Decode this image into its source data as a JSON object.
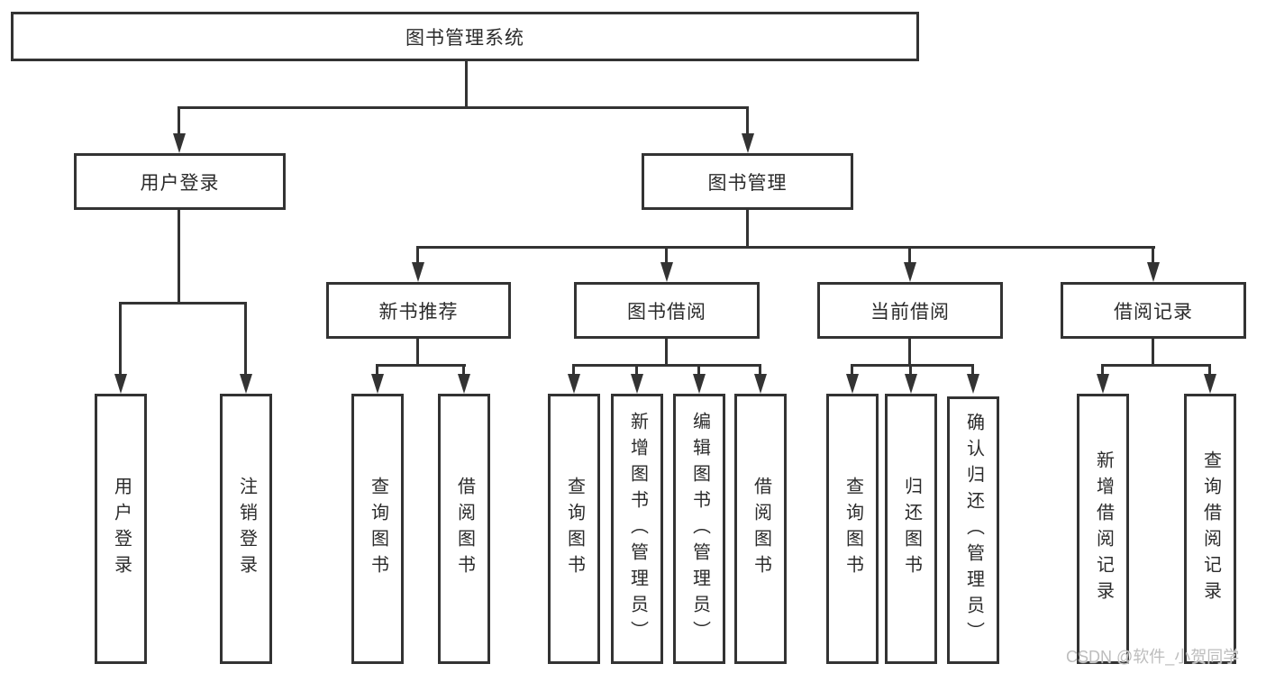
{
  "colors": {
    "line": "#333333",
    "text": "#2b2b2b",
    "watermark": "#bdbdbd",
    "background": "#ffffff"
  },
  "watermark": {
    "text": "CSDN @软件_小贺同学"
  },
  "tree": {
    "label": "图书管理系统",
    "children": [
      {
        "label": "用户登录",
        "children": [
          {
            "label": "用户登录"
          },
          {
            "label": "注销登录"
          }
        ]
      },
      {
        "label": "图书管理",
        "children": [
          {
            "label": "新书推荐",
            "children": [
              {
                "label": "查询图书"
              },
              {
                "label": "借阅图书"
              }
            ]
          },
          {
            "label": "图书借阅",
            "children": [
              {
                "label": "查询图书"
              },
              {
                "label": "新增图书（管理员）"
              },
              {
                "label": "编辑图书（管理员）"
              },
              {
                "label": "借阅图书"
              }
            ]
          },
          {
            "label": "当前借阅",
            "children": [
              {
                "label": "查询图书"
              },
              {
                "label": "归还图书"
              },
              {
                "label": "确认归还（管理员）"
              }
            ]
          },
          {
            "label": "借阅记录",
            "children": [
              {
                "label": "新增借阅记录"
              },
              {
                "label": "查询借阅记录"
              }
            ]
          }
        ]
      }
    ]
  }
}
